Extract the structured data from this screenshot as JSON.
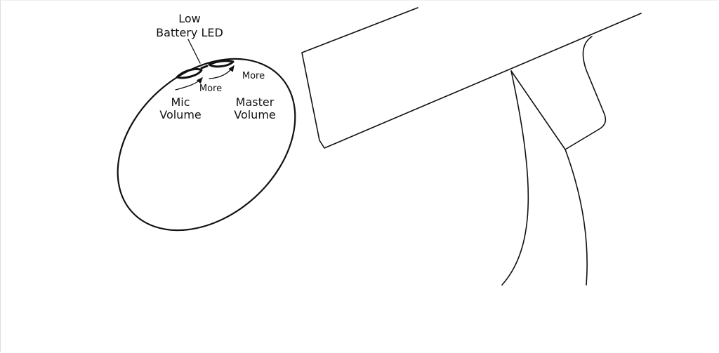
{
  "labels": {
    "low_battery_line1": "Low",
    "low_battery_line2": "Battery LED",
    "mic_more": "More",
    "master_more": "More",
    "mic_line1": "Mic",
    "mic_line2": "Volume",
    "master_line1": "Master",
    "master_line2": "Volume"
  },
  "colors": {
    "stroke": "#111111",
    "background": "#ffffff"
  }
}
